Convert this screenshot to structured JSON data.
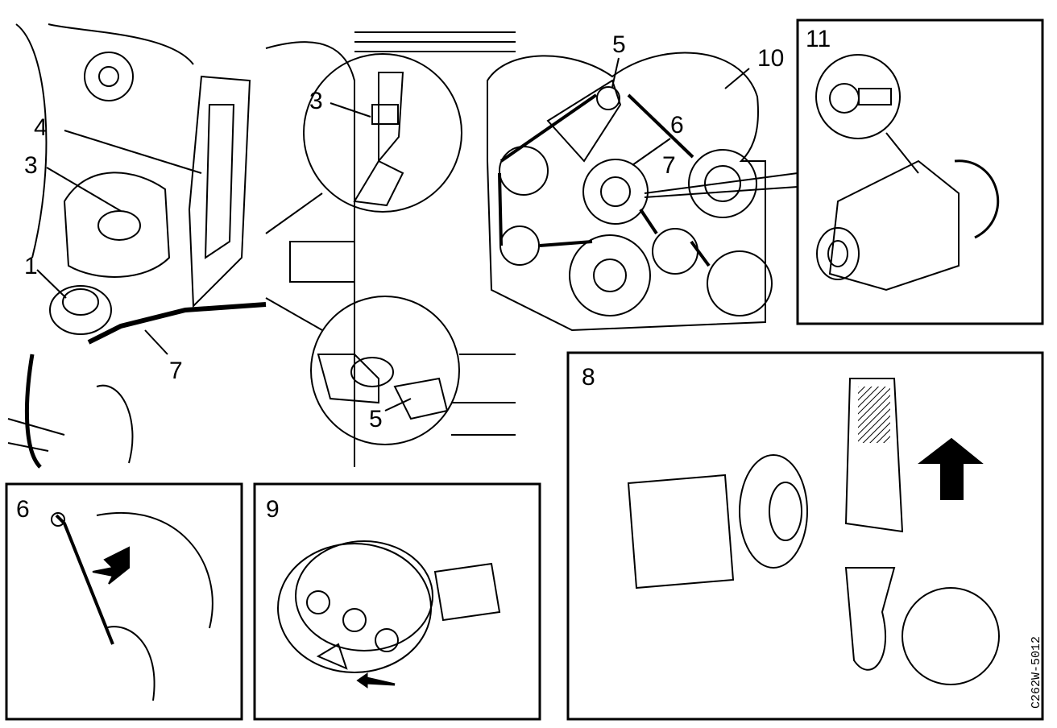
{
  "callouts": {
    "main": [
      "1",
      "3",
      "4",
      "7"
    ],
    "inset_top": "3",
    "inset_bottom": "5",
    "belt_diagram": [
      "5",
      "6",
      "7",
      "10"
    ]
  },
  "panels": {
    "p11": "11",
    "p8": "8",
    "p6": "6",
    "p9": "9"
  },
  "figure_code": "C262W-5012",
  "colors": {
    "ink": "#000000",
    "paper": "#ffffff"
  }
}
